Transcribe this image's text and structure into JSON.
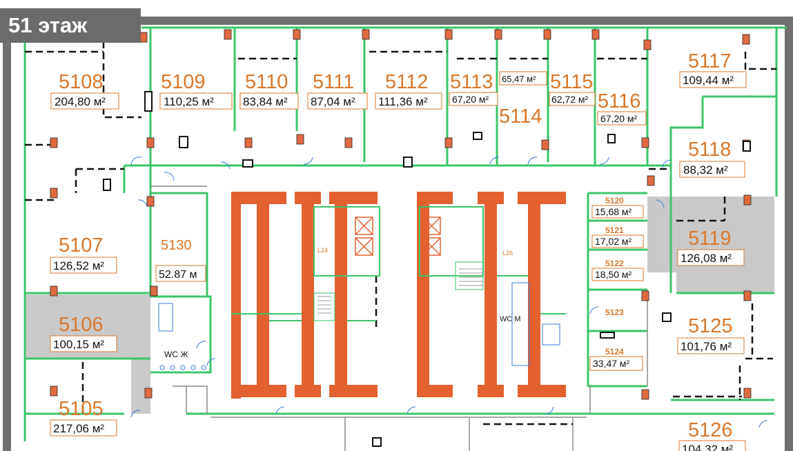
{
  "floor_label": "51 этаж",
  "colors": {
    "outer_wall": "#707070",
    "green_partition": "#3cc468",
    "column": "#e06a42",
    "core_red": "#e2612f",
    "highlight_unit": "#c9c9c9",
    "unit_number": "#d9772b",
    "area_text": "#111111"
  },
  "units": [
    {
      "id": "5108",
      "area": "204,80 м²",
      "highlighted": false
    },
    {
      "id": "5109",
      "area": "110,25 м²",
      "highlighted": false
    },
    {
      "id": "5110",
      "area": "83,84 м²",
      "highlighted": false
    },
    {
      "id": "5111",
      "area": "87,04 м²",
      "highlighted": false
    },
    {
      "id": "5112",
      "area": "111,36 м²",
      "highlighted": false
    },
    {
      "id": "5113",
      "area": "67,20 м²",
      "highlighted": false
    },
    {
      "id": "5114",
      "area": "65,47 м²",
      "highlighted": false
    },
    {
      "id": "5115",
      "area": "62,72 м²",
      "highlighted": false
    },
    {
      "id": "5116",
      "area": "67,20 м²",
      "highlighted": false
    },
    {
      "id": "5117",
      "area": "109,44 м²",
      "highlighted": false
    },
    {
      "id": "5118",
      "area": "88,32 м²",
      "highlighted": false
    },
    {
      "id": "5120",
      "area": "15,68 м²",
      "highlighted": false
    },
    {
      "id": "5121",
      "area": "17,02 м²",
      "highlighted": false
    },
    {
      "id": "5122",
      "area": "18,50 м²",
      "highlighted": false
    },
    {
      "id": "5119",
      "area": "126,08 м²",
      "highlighted": true
    },
    {
      "id": "5107",
      "area": "126,52 м²",
      "highlighted": false
    },
    {
      "id": "5130",
      "area": "52.87 м",
      "highlighted": false
    },
    {
      "id": "5106",
      "area": "100,15 м²",
      "highlighted": true
    },
    {
      "id": "5123",
      "area": "",
      "highlighted": false
    },
    {
      "id": "5124",
      "area": "33,47 м²",
      "highlighted": false
    },
    {
      "id": "5125",
      "area": "101,76 м²",
      "highlighted": false
    },
    {
      "id": "5105",
      "area": "217,06 м²",
      "highlighted": false
    },
    {
      "id": "5126",
      "area": "104,32 м²",
      "highlighted": false
    }
  ],
  "restrooms": [
    {
      "label": "WC Ж"
    },
    {
      "label": "WC М"
    }
  ],
  "core_labels": [
    "L24",
    "L26"
  ]
}
